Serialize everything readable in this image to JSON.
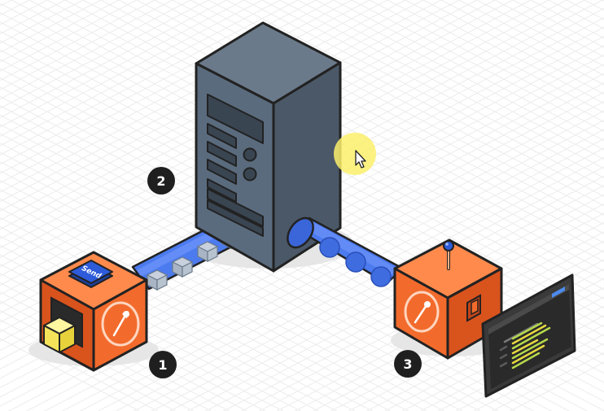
{
  "diagram": {
    "step_labels": [
      {
        "id": "step-1",
        "text": "1"
      },
      {
        "id": "step-2",
        "text": "2"
      },
      {
        "id": "step-3",
        "text": "3"
      }
    ],
    "send_button_label": "Send",
    "colors": {
      "server_front": "#5a6b7e",
      "server_side": "#4b5867",
      "server_top": "#6b7a8b",
      "cube_orange": "#f26b2c",
      "cube_orange_dark": "#d9531d",
      "cube_orange_light": "#ff8a4c",
      "tube_blue": "#4c7bef",
      "tube_blue_light": "#7ea0ff",
      "outline": "#222222",
      "grid": "#ececec",
      "cursor_highlight": "#fbf06c",
      "send_button": "#2d5bd9",
      "request_cube": "#f5e45a",
      "badge_fill": "#1f1f1f",
      "badge_text": "#ffffff"
    },
    "icons": [
      "postman-logo-icon",
      "pointer-cursor-icon",
      "joystick-icon",
      "socket-icon"
    ]
  }
}
